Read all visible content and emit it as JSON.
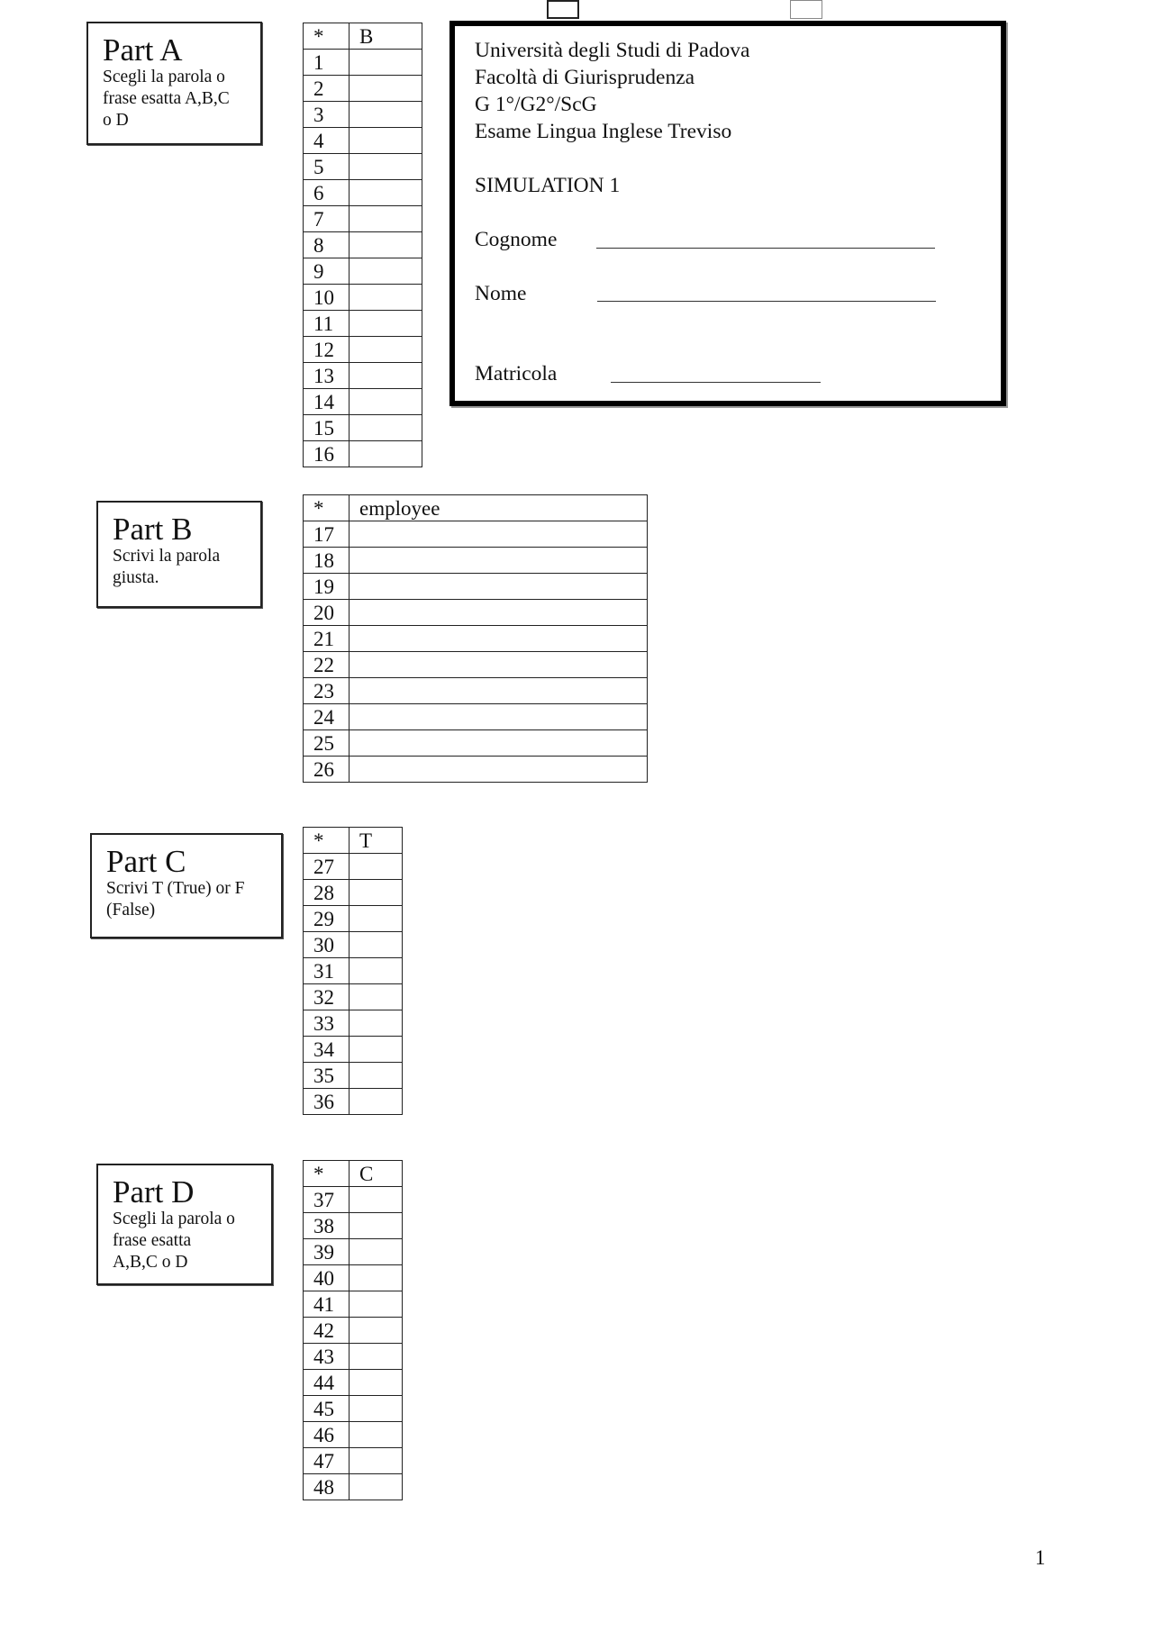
{
  "header": {
    "lines": [
      "Università degli Studi di Padova",
      "Facoltà di Giurisprudenza",
      "G 1°/G2°/ScG",
      "Esame Lingua Inglese  Treviso"
    ],
    "simulation": "SIMULATION 1",
    "fields": [
      {
        "label": "Cognome",
        "value": ""
      },
      {
        "label": "Nome",
        "value": ""
      },
      {
        "label": "Matricola",
        "value": ""
      }
    ]
  },
  "parts": [
    {
      "title": "Part A",
      "description": "Scegli la parola o\nfrase esatta A,B,C\no D",
      "example_marker": "*",
      "example_answer": "B",
      "questions": [
        1,
        2,
        3,
        4,
        5,
        6,
        7,
        8,
        9,
        10,
        11,
        12,
        13,
        14,
        15,
        16
      ]
    },
    {
      "title": "Part B",
      "description": "Scrivi la parola\ngiusta.",
      "example_marker": "*",
      "example_answer": "employee",
      "questions": [
        17,
        18,
        19,
        20,
        21,
        22,
        23,
        24,
        25,
        26
      ]
    },
    {
      "title": "Part C",
      "description": "Scrivi T (True) or F\n(False)",
      "example_marker": "*",
      "example_answer": "T",
      "questions": [
        27,
        28,
        29,
        30,
        31,
        32,
        33,
        34,
        35,
        36
      ]
    },
    {
      "title": "Part D",
      "description": "Scegli la parola o\nfrase esatta\nA,B,C o D",
      "example_marker": "*",
      "example_answer": "C",
      "questions": [
        37,
        38,
        39,
        40,
        41,
        42,
        43,
        44,
        45,
        46,
        47,
        48
      ]
    }
  ],
  "footer": {
    "page_number": "1"
  }
}
